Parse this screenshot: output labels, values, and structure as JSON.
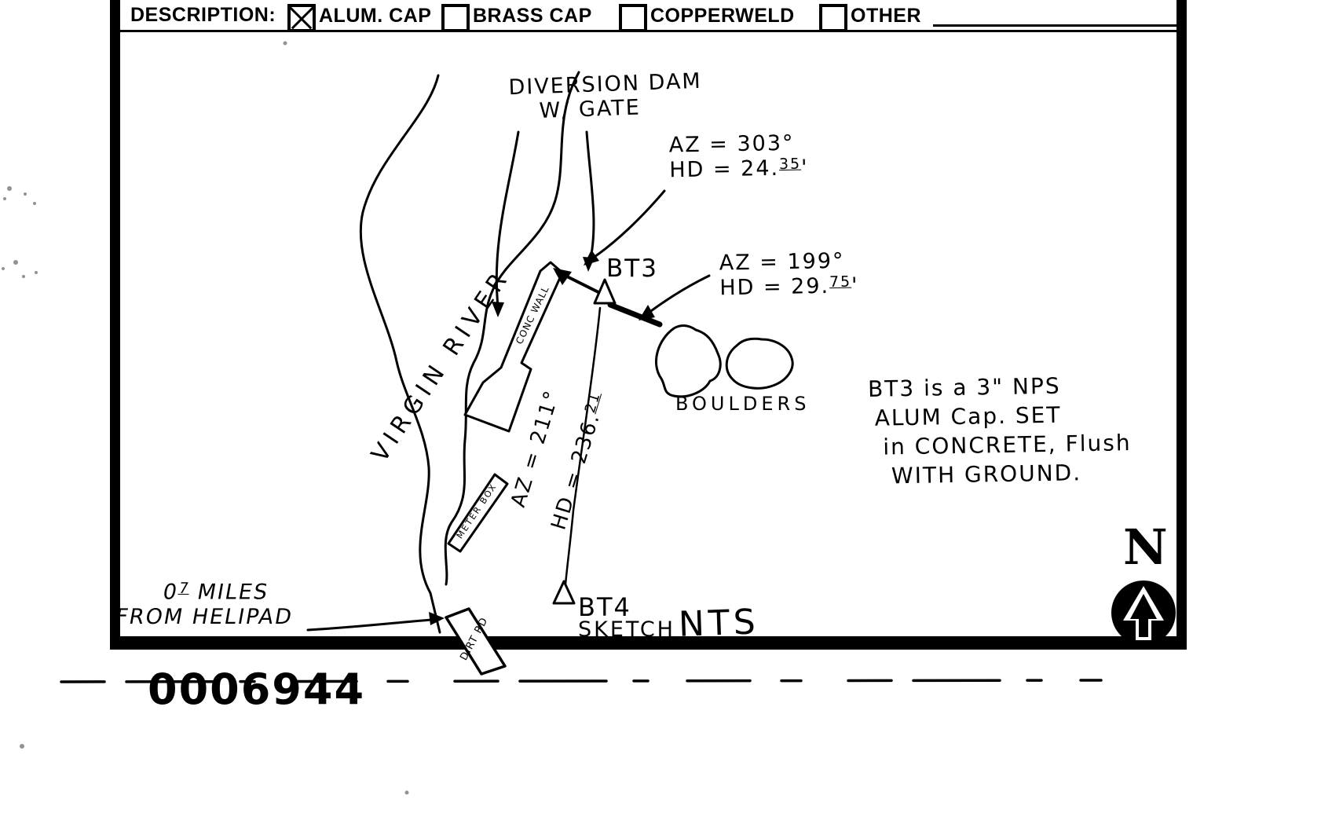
{
  "form": {
    "description_label": "DESCRIPTION:",
    "options": [
      {
        "label": "ALUM. CAP",
        "checked": true
      },
      {
        "label": "BRASS CAP",
        "checked": false
      },
      {
        "label": "COPPERWELD",
        "checked": false
      },
      {
        "label": "OTHER",
        "checked": false
      }
    ]
  },
  "sketch": {
    "dam_label": {
      "line1": "DIVERSION DAM",
      "line2": "W/ GATE"
    },
    "river_label": "VIRGIN RIVER",
    "wall_label": "CONC WALL",
    "meter_label": "METER BOX",
    "boulders_label": "BOULDERS",
    "bt3_label": "BT3",
    "bt4_label": "BT4",
    "tie_303": {
      "az": "AZ = 303°",
      "hd_main": "HD = 24.",
      "hd_sup": "35",
      "tick": "'"
    },
    "tie_199": {
      "az": "AZ = 199°",
      "hd_main": "HD = 29.",
      "hd_sup": "75",
      "tick": "'"
    },
    "line_211": {
      "az": "AZ = 211°",
      "hd_main": "HD = 236.",
      "hd_sup": "21"
    },
    "note_lines": [
      "BT3 is a 3\" NPS",
      "ALUM Cap. SET",
      "in CONCRETE, Flush",
      "WITH GROUND."
    ],
    "helipad": {
      "pre": "0",
      "sup": "7",
      "post": " MILES",
      "line2": "FROM HELIPAD"
    },
    "road_label": "DIRT RD",
    "scale_label": "SKETCH",
    "nts_label": "NTS",
    "north_letter": "N"
  },
  "footer": {
    "doc_number": "0006944"
  },
  "colors": {
    "ink": "#000000",
    "paper": "#ffffff"
  }
}
